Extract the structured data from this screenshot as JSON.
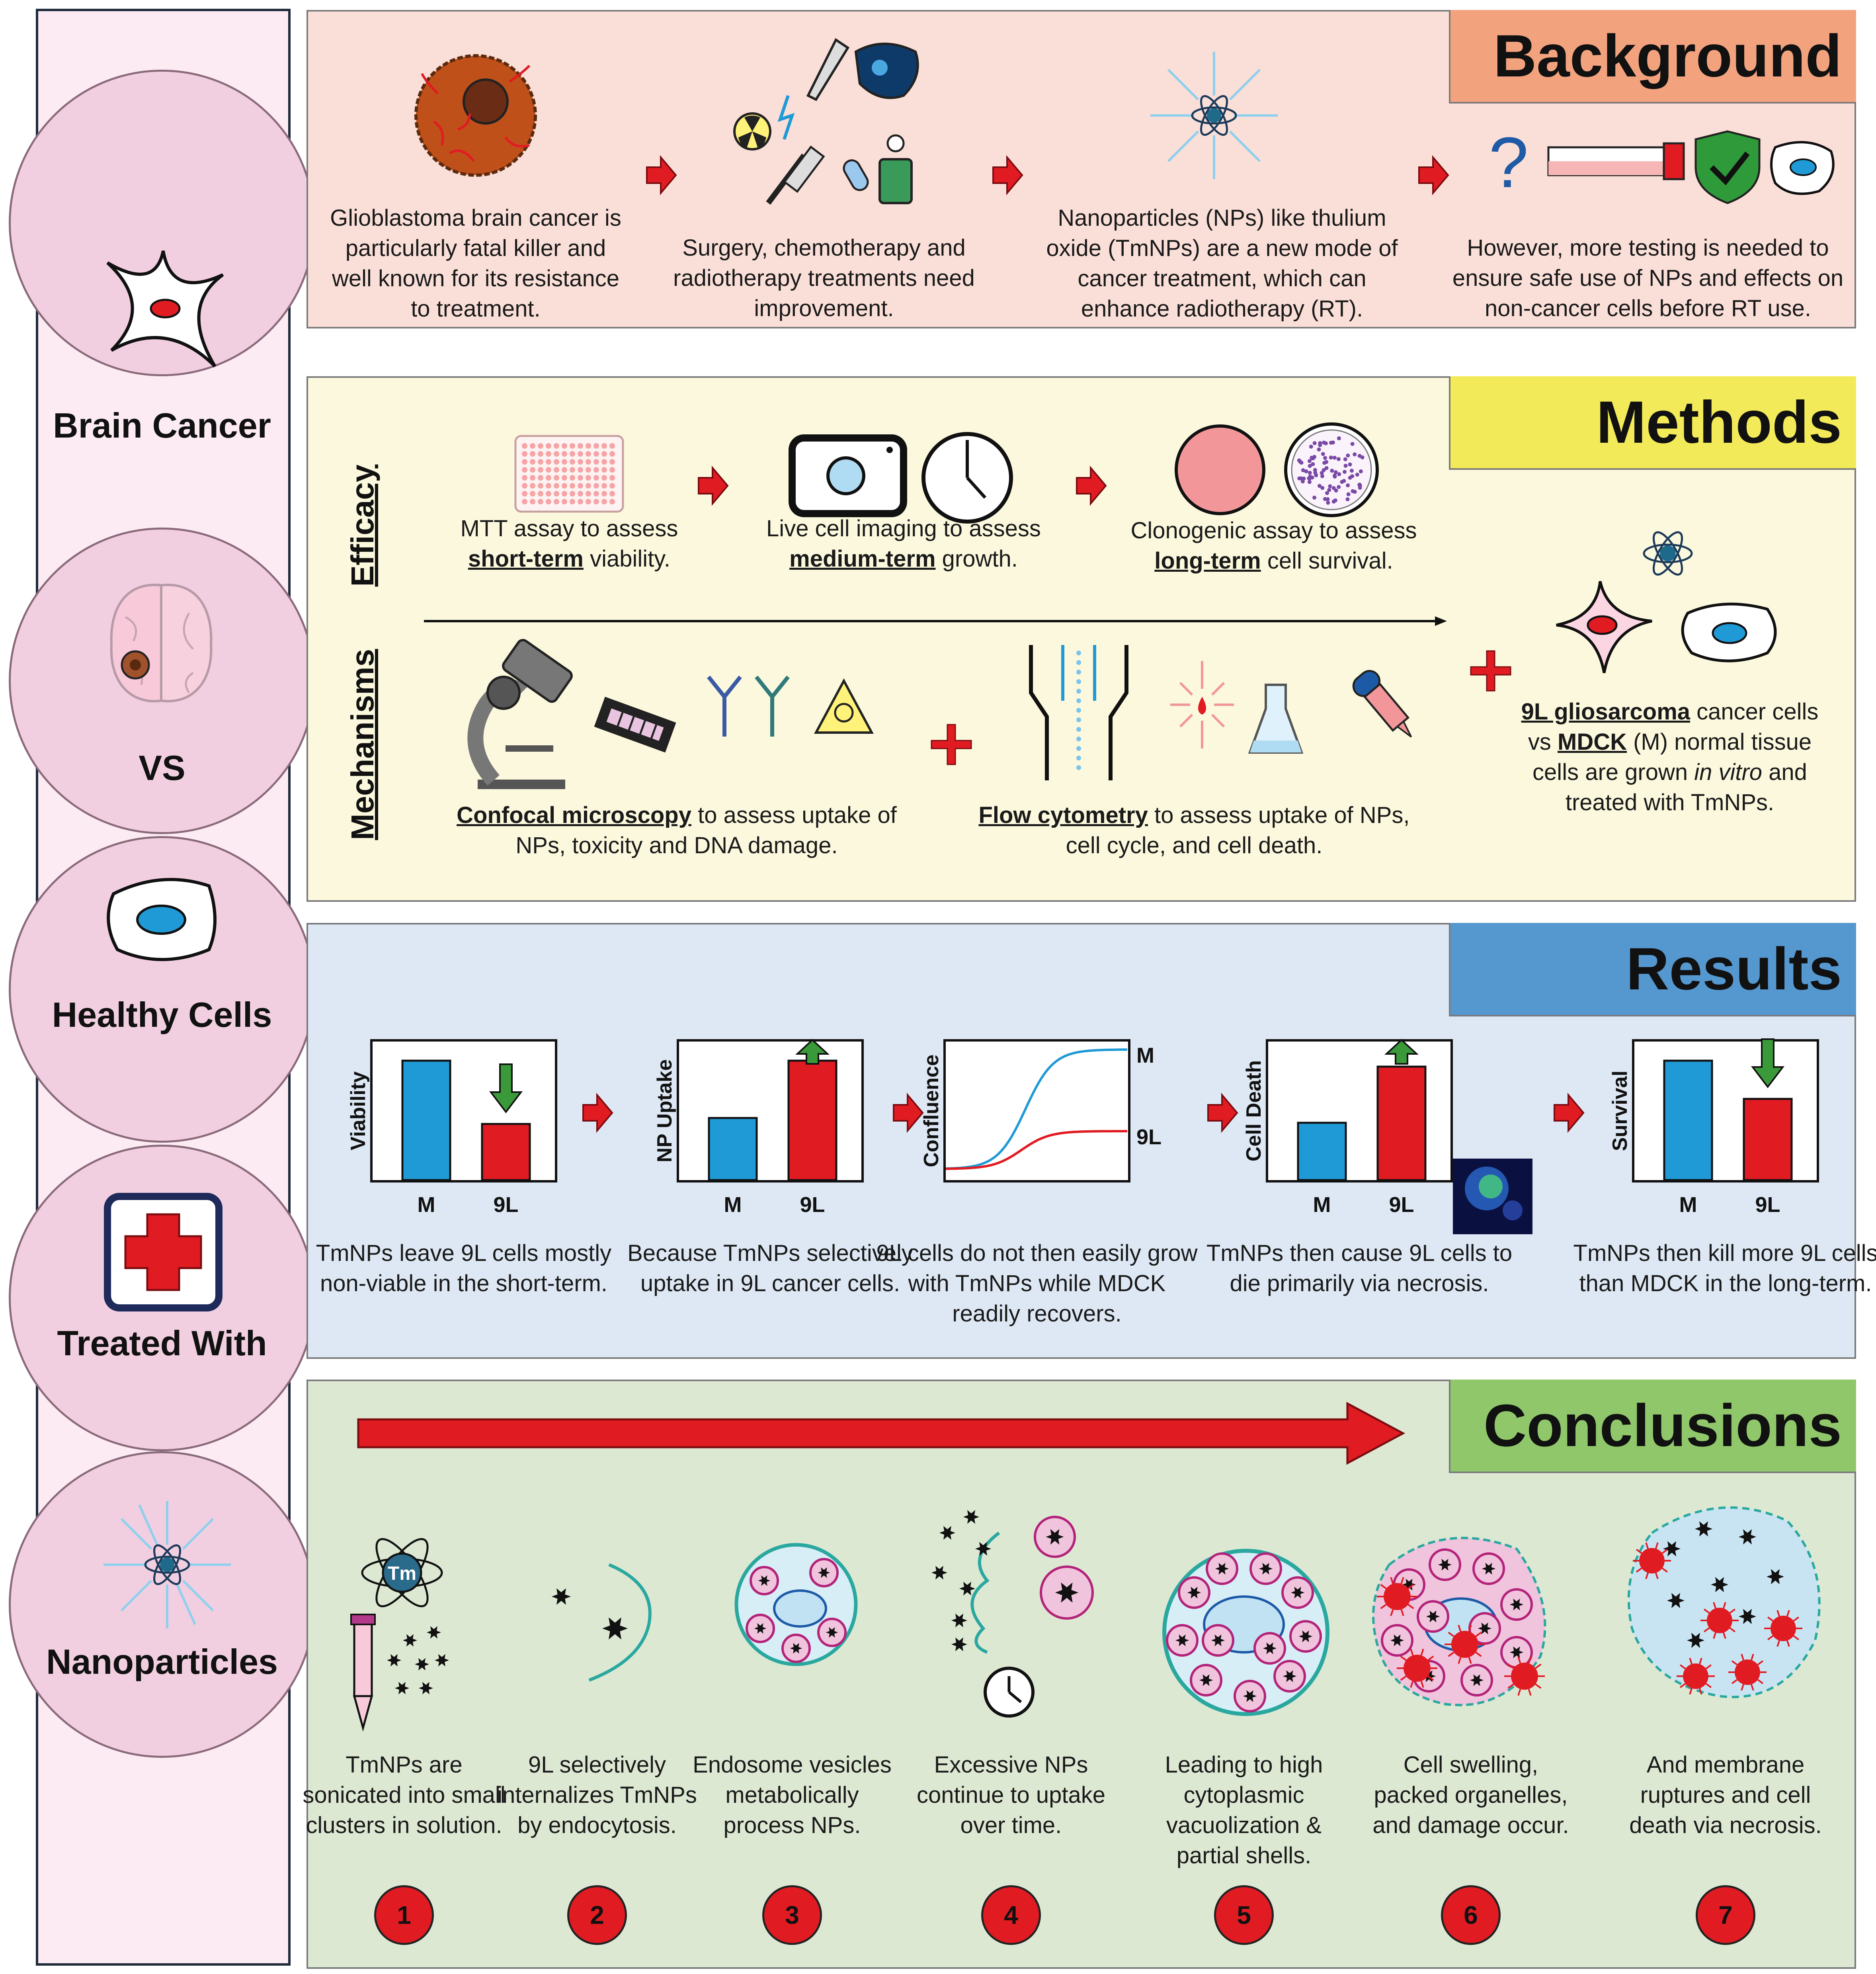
{
  "sidebar": {
    "labels": [
      "Brain Cancer",
      "VS",
      "Healthy Cells",
      "Treated With",
      "Nanoparticles"
    ],
    "icons": [
      "cancer-cell-icon",
      "brain-icon",
      "healthy-cell-icon",
      "medical-cross-icon",
      "nanoparticle-icon"
    ]
  },
  "colors": {
    "background_panel": "#fadfd8",
    "background_header": "#f3a27e",
    "methods_panel": "#fbf8dd",
    "methods_header": "#f2ea58",
    "results_panel": "#dde8f4",
    "results_header": "#5597cf",
    "conclusions_panel": "#dde8d3",
    "conclusions_header": "#8fc76a",
    "arrow": "#e11b22",
    "healthy_bar": "#1f9ad6",
    "cancer_bar": "#e11b22"
  },
  "background": {
    "header": "Background",
    "items": [
      {
        "icon": "glioblastoma-cell-icon",
        "caption": "Glioblastoma brain cancer is particularly fatal killer and well known for its resistance to treatment."
      },
      {
        "icon": "treatment-tools-icon",
        "caption": "Surgery, chemotherapy and radiotherapy treatments need improvement."
      },
      {
        "icon": "nanoparticle-icon",
        "caption": "Nanoparticles (NPs) like thulium oxide (TmNPs) are a new mode of cancer treatment, which can enhance radiotherapy (RT)."
      },
      {
        "icon": "question-testing-icon",
        "caption": "However, more testing is needed to ensure safe use of NPs and effects on non-cancer cells before RT use."
      }
    ]
  },
  "methods": {
    "header": "Methods",
    "efficacy_label": "Efficacy",
    "mechanisms_label": "Mechanisms",
    "efficacy": [
      {
        "pre": "MTT assay to assess ",
        "bold": "short-term",
        "post": " viability."
      },
      {
        "pre": "Live cell imaging to assess ",
        "bold": "medium-term",
        "post": " growth."
      },
      {
        "pre": "Clonogenic assay to assess ",
        "bold": "long-term",
        "post": " cell survival."
      }
    ],
    "mechanisms": [
      {
        "bold": "Confocal microscopy",
        "post": " to assess uptake of NPs, toxicity and DNA damage."
      },
      {
        "bold": "Flow cytometry",
        "post": " to assess uptake of NPs, cell cycle, and cell death."
      }
    ],
    "cells": {
      "bold1": "9L gliosarcoma",
      "t1": " cancer cells vs ",
      "bold2": "MDCK",
      "t2": " (M) normal tissue cells are grown ",
      "ital": "in vitro",
      "t3": " and treated with TmNPs."
    }
  },
  "results": {
    "header": "Results",
    "charts": [
      {
        "ylabel": "Viability",
        "categories": [
          "M",
          "9L"
        ],
        "values": [
          1.0,
          0.47
        ],
        "arrow": "down",
        "caption": "TmNPs leave 9L cells mostly non-viable in the short-term."
      },
      {
        "ylabel": "NP Uptake",
        "categories": [
          "M",
          "9L"
        ],
        "values": [
          0.52,
          1.0
        ],
        "arrow": "up",
        "caption": "Because TmNPs selectively uptake in 9L cancer cells."
      },
      {
        "ylabel": "Confluence",
        "series": [
          "M",
          "9L"
        ],
        "caption": "9L cells do not then easily grow with TmNPs while MDCK readily recovers."
      },
      {
        "ylabel": "Cell Death",
        "categories": [
          "M",
          "9L"
        ],
        "values": [
          0.48,
          0.95
        ],
        "arrow": "up",
        "caption": "TmNPs then cause 9L cells to die primarily via necrosis."
      },
      {
        "ylabel": "Survival",
        "categories": [
          "M",
          "9L"
        ],
        "values": [
          1.0,
          0.68
        ],
        "arrow": "down",
        "caption": "TmNPs then kill more 9L cells than MDCK in the long-term."
      }
    ]
  },
  "conclusions": {
    "header": "Conclusions",
    "steps": [
      {
        "n": "1",
        "caption": "TmNPs are sonicated into small clusters in solution.",
        "tm_label": "Tm"
      },
      {
        "n": "2",
        "caption": "9L selectively internalizes TmNPs by endocytosis."
      },
      {
        "n": "3",
        "caption": "Endosome vesicles metabolically process NPs."
      },
      {
        "n": "4",
        "caption": "Excessive NPs continue to uptake over time."
      },
      {
        "n": "5",
        "caption": "Leading to high cytoplasmic vacuolization & partial shells."
      },
      {
        "n": "6",
        "caption": "Cell swelling, packed organelles, and damage occur."
      },
      {
        "n": "7",
        "caption": "And membrane ruptures and cell death via necrosis."
      }
    ]
  }
}
